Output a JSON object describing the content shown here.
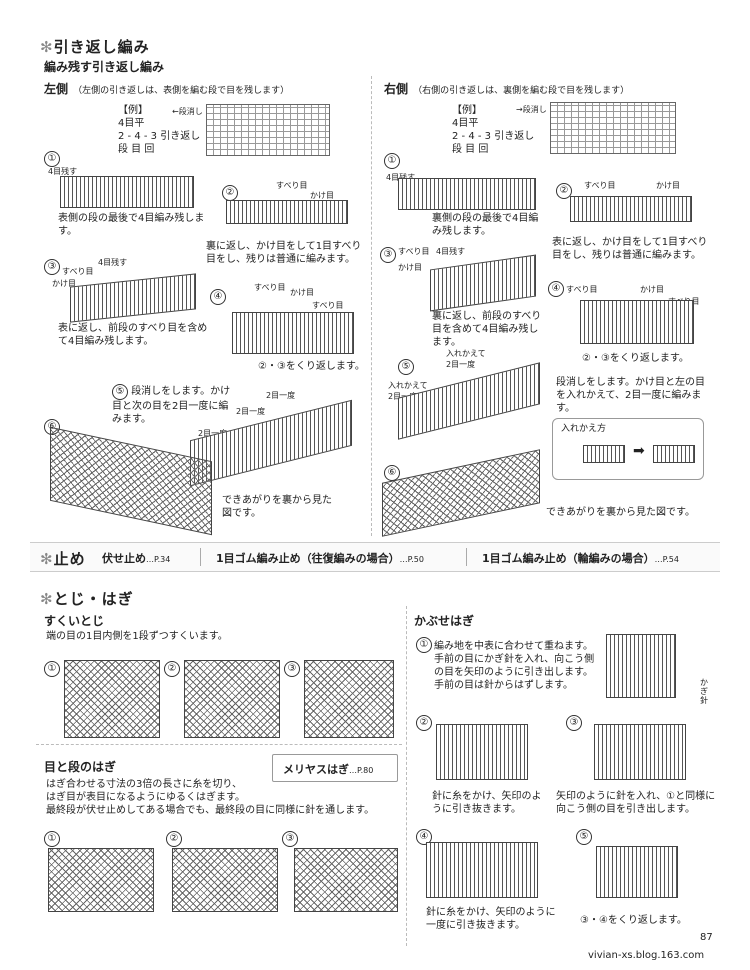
{
  "hikikaeshi": {
    "title": "引き返し編み",
    "subtitle": "編み残す引き返し編み",
    "left": {
      "heading": "左側",
      "note": "（左側の引き返しは、表側を編む段で目を残します）",
      "example_label": "【例】",
      "example_lines": [
        "4目平",
        "2 - 4 - 3 引き返し",
        "段 目 回"
      ],
      "chart_label": "←段消し",
      "steps": {
        "s1_num": "①",
        "s1_label": "4目残す",
        "s1_text": "表側の段の最後で4目編み残します。",
        "s2_num": "②",
        "s2_label_a": "すべり目",
        "s2_label_b": "かけ目",
        "s2_text": "裏に返し、かけ目をして1目すべり目をし、残りは普通に編みます。",
        "s3_num": "③",
        "s3_label_a": "すべり目",
        "s3_label_b": "4目残す",
        "s3_label_c": "かけ目",
        "s3_text": "表に返し、前段のすべり目を含めて4目編み残します。",
        "s4_num": "④",
        "s4_label_a": "すべり目",
        "s4_label_b": "かけ目",
        "s4_label_c": "すべり目",
        "s4_text": "②・③をくり返します。",
        "s5_num": "⑤",
        "s5_text": "段消しをします。かけ目と次の目を2目一度に編みます。",
        "s5_label_a": "2目一度",
        "s5_label_b": "2目一度",
        "s5_label_c": "2目一度",
        "s6_num": "⑥",
        "s6_text": "できあがりを裏から見た図です。"
      }
    },
    "right": {
      "heading": "右側",
      "note": "（右側の引き返しは、裏側を編む段で目を残します）",
      "example_label": "【例】",
      "example_lines": [
        "4目平",
        "2 - 4 - 3 引き返し",
        "段 目 回"
      ],
      "chart_label": "→段消し",
      "steps": {
        "s1_num": "①",
        "s1_label": "4目残す",
        "s1_text": "裏側の段の最後で4目編み残します。",
        "s2_num": "②",
        "s2_label_a": "すべり目",
        "s2_label_b": "かけ目",
        "s2_text": "表に返し、かけ目をして1目すべり目をし、残りは普通に編みます。",
        "s3_num": "③",
        "s3_label_a": "すべり目",
        "s3_label_b": "4目残す",
        "s3_label_c": "かけ目",
        "s3_text": "裏に返し、前段のすべり目を含めて4目編み残します。",
        "s4_num": "④",
        "s4_label_a": "すべり目",
        "s4_label_b": "かけ目",
        "s4_label_c": "すべり目",
        "s4_text": "②・③をくり返します。",
        "s5_num": "⑤",
        "s5_label_a": "入れかえて2目一度",
        "s5_label_b": "入れかえて2目一度",
        "s5_text": "段消しをします。かけ目と左の目を入れかえて、2目一度に編みます。",
        "swap_title": "入れかえ方",
        "s6_num": "⑥",
        "s6_text": "できあがりを裏から見た図です。"
      }
    }
  },
  "tome": {
    "title": "止め",
    "items": [
      {
        "label": "伏せ止め",
        "page": "…P.34"
      },
      {
        "label": "1目ゴム編み止め（往復編みの場合）",
        "page": "…P.50"
      },
      {
        "label": "1目ゴム編み止め（輪編みの場合）",
        "page": "…P.54"
      }
    ]
  },
  "toji": {
    "title": "とじ・はぎ",
    "sukui": {
      "heading": "すくいとじ",
      "text": "端の目の1目内側を1段ずつすくいます。",
      "nums": [
        "①",
        "②",
        "③"
      ]
    },
    "me_to_dan": {
      "heading": "目と段のはぎ",
      "text_lines": [
        "はぎ合わせる寸法の3倍の長さに糸を切り、",
        "はぎ目が表目になるようにゆるくはぎます。",
        "最終段が伏せ止めしてある場合でも、最終段の目に同様に針を通します。"
      ],
      "nums": [
        "①",
        "②",
        "③"
      ]
    },
    "meriyasu": {
      "label": "メリヤスはぎ",
      "page": "…P.80"
    },
    "kabuse": {
      "heading": "かぶせはぎ",
      "s1_num": "①",
      "s1_text_lines": [
        "編み地を中表に合わせて重ねます。",
        "手前の目にかぎ針を入れ、向こう側",
        "の目を矢印のように引き出します。",
        "手前の目は針からはずします。"
      ],
      "s1_label": "かぎ針",
      "s2_num": "②",
      "s2_text": "針に糸をかけ、矢印のように引き抜きます。",
      "s3_num": "③",
      "s3_text": "矢印のように針を入れ、①と同様に向こう側の目を引き出します。",
      "s4_num": "④",
      "s4_text": "針に糸をかけ、矢印のように一度に引き抜きます。",
      "s5_num": "⑤",
      "s5_text": "③・④をくり返します。"
    }
  },
  "footer": {
    "page_number": "87",
    "site": "vivian-xs.blog.163.com"
  }
}
